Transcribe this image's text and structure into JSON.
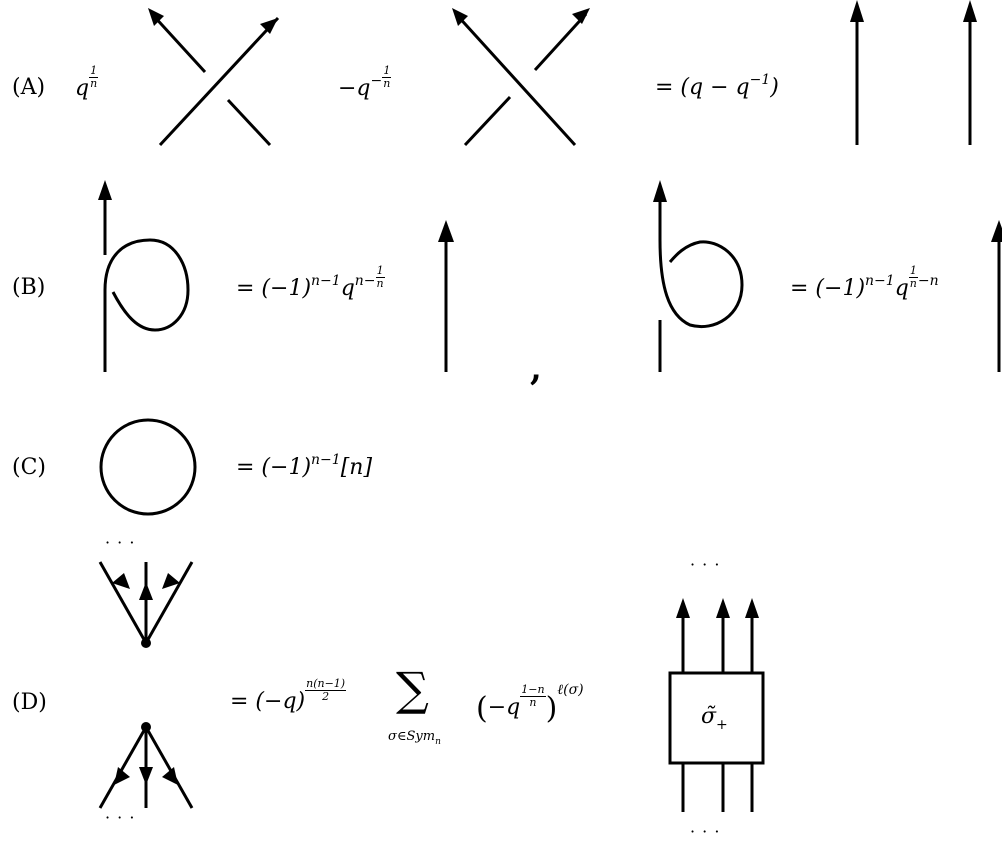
{
  "rows": {
    "A": {
      "label": "(A)",
      "coef1": {
        "base": "q",
        "exp_num": "1",
        "exp_den": "n"
      },
      "coef2": {
        "base": "−q",
        "exp_sign": "−",
        "exp_num": "1",
        "exp_den": "n"
      },
      "rhs": "= (q − q",
      "rhs_exp": "−1",
      "rhs_close": ")"
    },
    "B": {
      "label": "(B)",
      "rhs1_prefix": "= (−1)",
      "rhs1_exp": "n−1",
      "rhs1_q": "q",
      "rhs1_qexp_pre": "n−",
      "rhs1_qexp_num": "1",
      "rhs1_qexp_den": "n",
      "separator": ",",
      "rhs2_prefix": "= (−1)",
      "rhs2_exp": "n−1",
      "rhs2_q": "q",
      "rhs2_qexp_num": "1",
      "rhs2_qexp_den": "n",
      "rhs2_qexp_post": "−n"
    },
    "C": {
      "label": "(C)",
      "rhs_prefix": "= (−1)",
      "rhs_exp": "n−1",
      "rhs_bracket": "[n]"
    },
    "D": {
      "label": "(D)",
      "rhs_prefix": "= (−q)",
      "rhs_exp_num": "n(n−1)",
      "rhs_exp_den": "2",
      "sum_symbol": "∑",
      "sum_under": "σ∈Sym",
      "sum_under_sub": "n",
      "paren_open": "(",
      "term_base": "−q",
      "term_exp_num": "1−n",
      "term_exp_den": "n",
      "paren_close": ")",
      "outer_exp": "ℓ(σ)",
      "box_label": "σ̃",
      "box_label_sub": "+",
      "dots_top_left": "· · ·",
      "dots_bottom_left": "· · ·",
      "dots_top_right": "· · ·",
      "dots_bottom_right": "· · ·"
    }
  }
}
